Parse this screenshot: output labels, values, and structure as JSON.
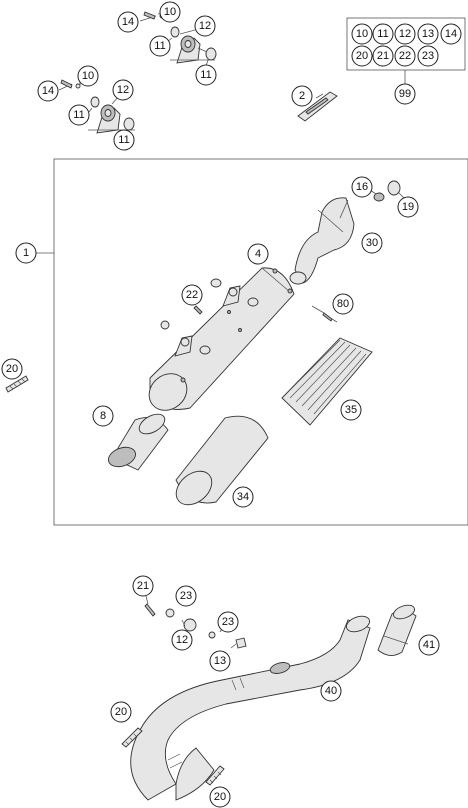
{
  "callouts": {
    "c14a": "14",
    "c10a": "10",
    "c12a": "12",
    "c11a": "11",
    "c11b": "11",
    "c14b": "14",
    "c10b": "10",
    "c12b": "12",
    "c11c": "11",
    "c11d": "11",
    "kit": [
      "10",
      "11",
      "12",
      "13",
      "14",
      "20",
      "21",
      "22",
      "23"
    ],
    "c99": "99",
    "c2": "2",
    "c1": "1",
    "c16": "16",
    "c19": "19",
    "c30": "30",
    "c4": "4",
    "c22": "22",
    "c80": "80",
    "c20a": "20",
    "c8": "8",
    "c35": "35",
    "c34": "34",
    "c21": "21",
    "c23a": "23",
    "c23b": "23",
    "c12c": "12",
    "c13": "13",
    "c41": "41",
    "c40": "40",
    "c20b": "20",
    "c20c": "20"
  }
}
